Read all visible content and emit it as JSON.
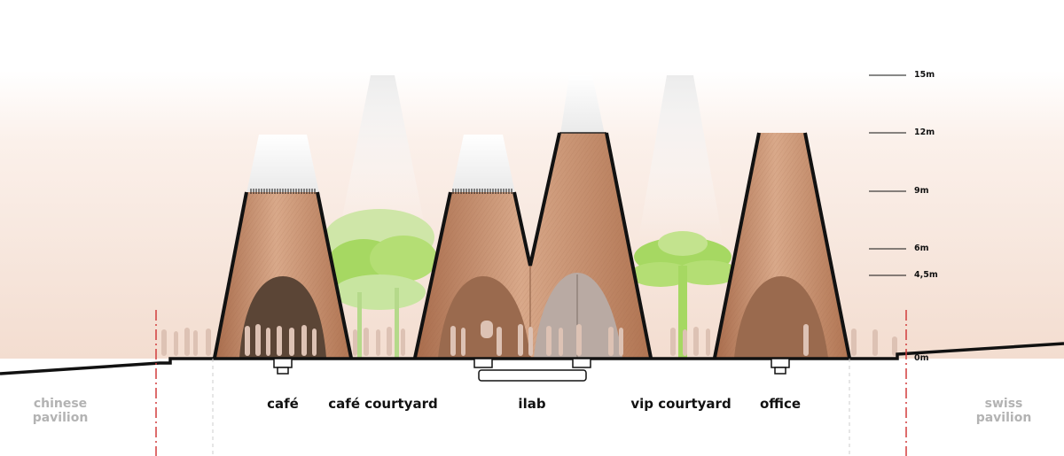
{
  "spaces": {
    "cafe": "café",
    "cafe_courtyard": "café courtyard",
    "ilab": "ilab",
    "vip_courtyard": "vip courtyard",
    "office": "office"
  },
  "neighbors": {
    "left_line1": "chinese",
    "left_line2": "pavilion",
    "right_line1": "swiss",
    "right_line2": "pavilion"
  },
  "levels": [
    "15m",
    "12m",
    "9m",
    "6m",
    "4,5m",
    "0m"
  ],
  "colors": {
    "cone": "#c08a6a",
    "cone_light": "#e1b899",
    "tree_green": "#9cd25a",
    "sky_tint": "#f7e6dc",
    "red_boundary": "#d23c3c",
    "label_grey": "#b3b3b3"
  }
}
